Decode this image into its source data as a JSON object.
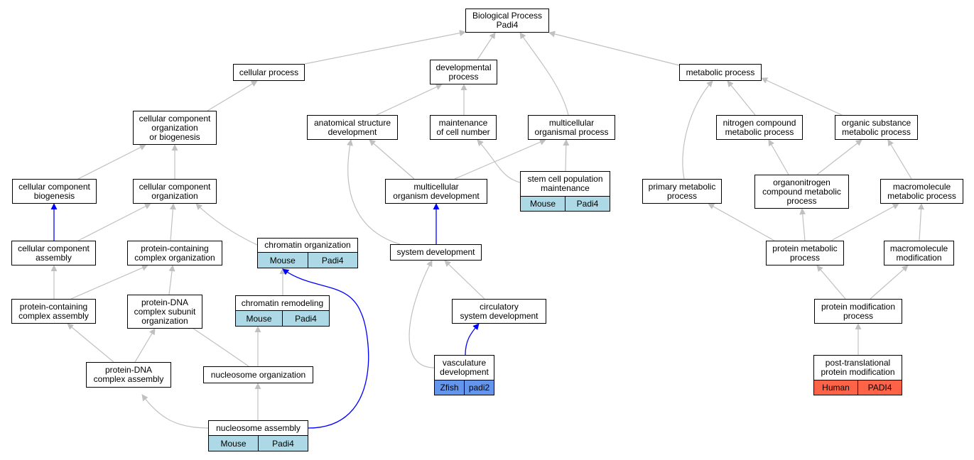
{
  "colors": {
    "is_a_edge": "#c0c0c0",
    "regulates_edge": "#0000ff",
    "mouse": "#add8e6",
    "zfish": "#6495ed",
    "human": "#ff6347"
  },
  "nodes": {
    "bp": {
      "label": "Biological Process\nPadi4"
    },
    "cp": {
      "label": "cellular process"
    },
    "dp": {
      "label": "developmental\nprocess"
    },
    "mp": {
      "label": "metabolic process"
    },
    "ccob": {
      "label": "cellular component\norganization\nor biogenesis"
    },
    "asd": {
      "label": "anatomical structure\ndevelopment"
    },
    "mcn": {
      "label": "maintenance\nof cell number"
    },
    "mop": {
      "label": "multicellular\norganismal process"
    },
    "ncmp": {
      "label": "nitrogen compound\nmetabolic process"
    },
    "osmp": {
      "label": "organic substance\nmetabolic process"
    },
    "ccb": {
      "label": "cellular component\nbiogenesis"
    },
    "cco": {
      "label": "cellular component\norganization"
    },
    "mod": {
      "label": "multicellular\norganism development"
    },
    "scpm": {
      "label": "stem cell population\nmaintenance",
      "tags": [
        {
          "label": "Mouse",
          "color": "mouse"
        },
        {
          "label": "Padi4",
          "color": "mouse"
        }
      ]
    },
    "pmp": {
      "label": "primary metabolic\nprocess"
    },
    "oncmp": {
      "label": "organonitrogen\ncompound metabolic\nprocess"
    },
    "mmp": {
      "label": "macromolecule\nmetabolic process"
    },
    "cca": {
      "label": "cellular component\nassembly"
    },
    "pcco": {
      "label": "protein-containing\ncomplex organization"
    },
    "co": {
      "label": "chromatin organization",
      "tags": [
        {
          "label": "Mouse",
          "color": "mouse"
        },
        {
          "label": "Padi4",
          "color": "mouse"
        }
      ]
    },
    "sd": {
      "label": "system development"
    },
    "prmp": {
      "label": "protein metabolic\nprocess"
    },
    "mm": {
      "label": "macromolecule\nmodification"
    },
    "pcca": {
      "label": "protein-containing\ncomplex assembly"
    },
    "pdcso": {
      "label": "protein-DNA\ncomplex subunit\norganization"
    },
    "cr": {
      "label": "chromatin remodeling",
      "tags": [
        {
          "label": "Mouse",
          "color": "mouse"
        },
        {
          "label": "Padi4",
          "color": "mouse"
        }
      ]
    },
    "csd": {
      "label": "circulatory\nsystem development"
    },
    "pmdp": {
      "label": "protein modification\nprocess"
    },
    "pdca": {
      "label": "protein-DNA\ncomplex assembly"
    },
    "no": {
      "label": "nucleosome organization"
    },
    "vd": {
      "label": "vasculature\ndevelopment",
      "tags": [
        {
          "label": "Zfish",
          "color": "zfish"
        },
        {
          "label": "padi2",
          "color": "zfish"
        }
      ]
    },
    "ptpm": {
      "label": "post-translational\nprotein modification",
      "tags": [
        {
          "label": "Human",
          "color": "human"
        },
        {
          "label": "PADI4",
          "color": "human"
        }
      ]
    },
    "na": {
      "label": "nucleosome assembly",
      "tags": [
        {
          "label": "Mouse",
          "color": "mouse"
        },
        {
          "label": "Padi4",
          "color": "mouse"
        }
      ]
    }
  }
}
